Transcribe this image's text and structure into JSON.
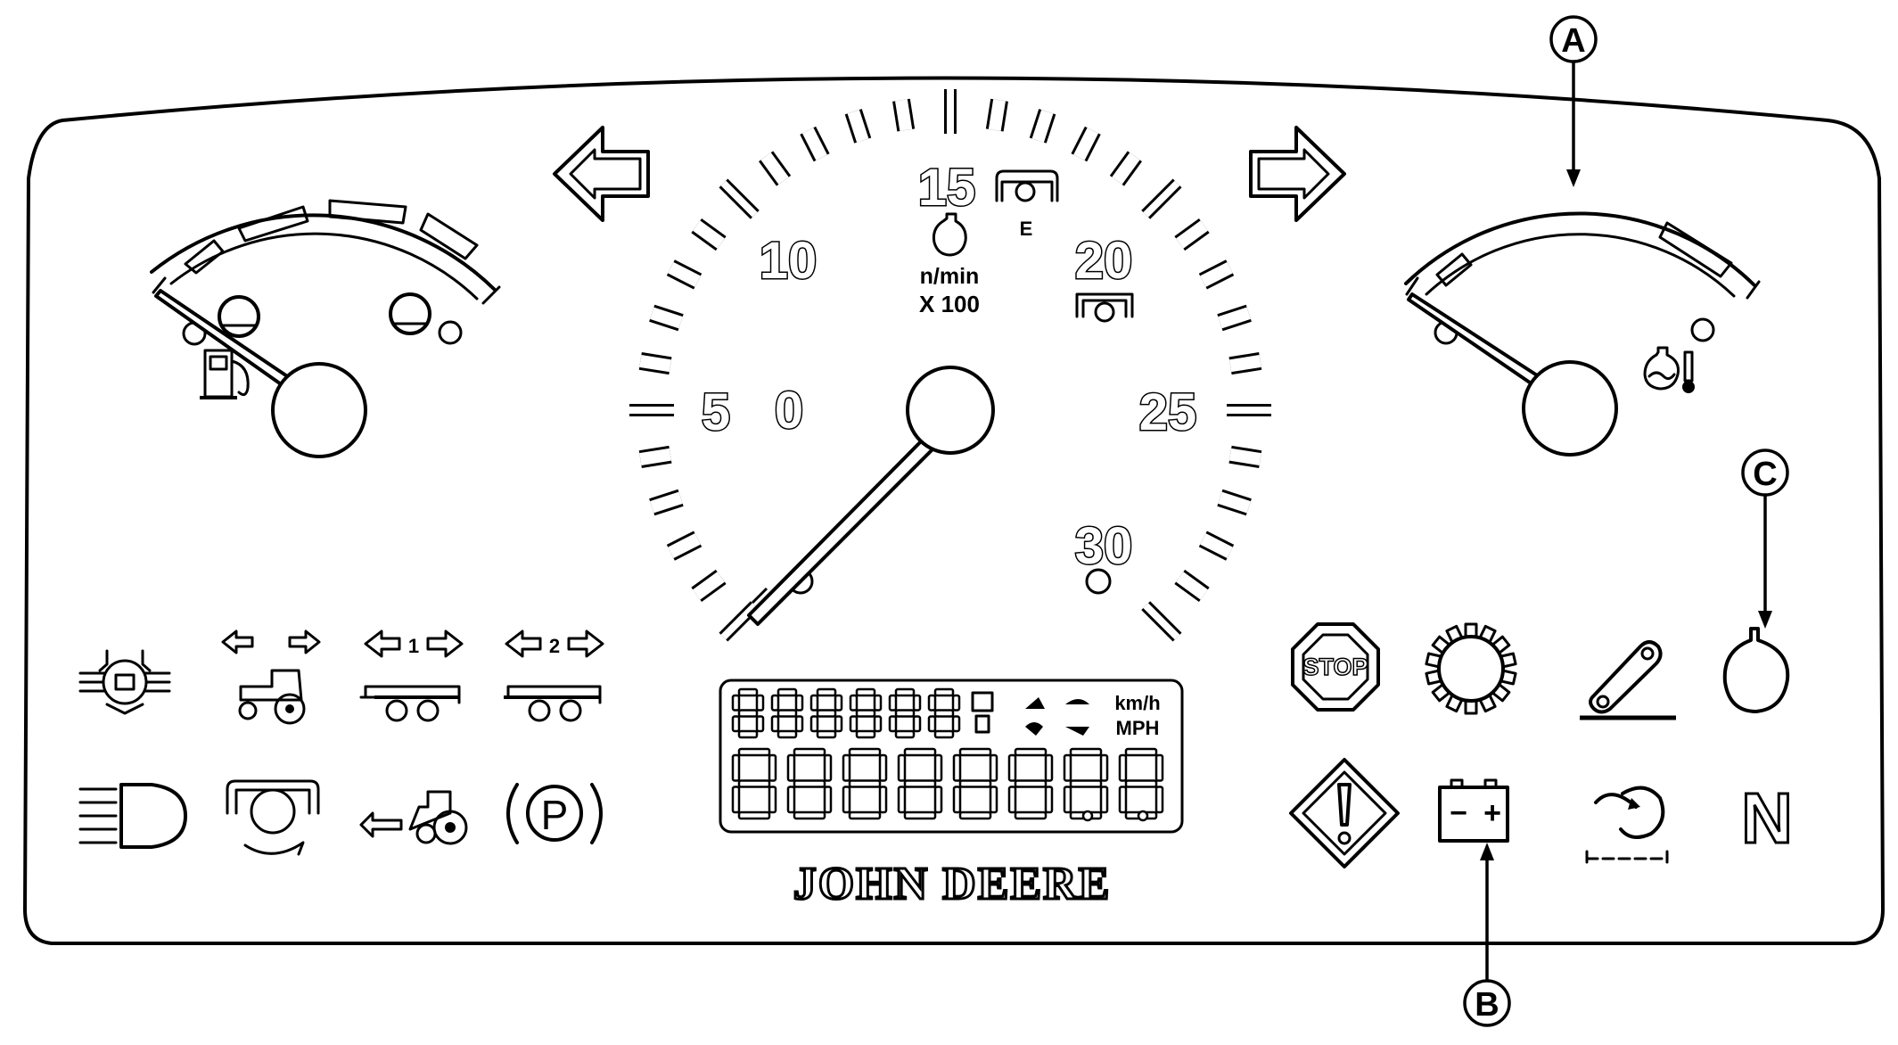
{
  "tach": {
    "ticks": [
      "0",
      "5",
      "10",
      "15",
      "20",
      "25",
      "30"
    ],
    "unit_top": "n/min",
    "unit_bottom": "X 100",
    "pto_label": "E"
  },
  "lcd": {
    "top_digits": "888888",
    "bottom_digits": "88888888",
    "speed_unit_metric": "km/h",
    "speed_unit_imperial": "MPH"
  },
  "trailer_labels": [
    "1",
    "2"
  ],
  "stop_label": "STOP",
  "neutral_label": "N",
  "battery_minus": "−",
  "battery_plus": "+",
  "brand": "JOHN DEERE",
  "callouts": [
    "A",
    "B",
    "C"
  ],
  "icons": {
    "left_row1": [
      "diff-lock-icon",
      "tractor-turn-signal-icon",
      "trailer-1-turn-signal-icon",
      "trailer-2-turn-signal-icon"
    ],
    "left_row2": [
      "headlight-icon",
      "pto-engaged-icon",
      "rear-hitch-icon",
      "park-brake-icon"
    ],
    "right_row1": [
      "stop-icon",
      "pto-gear-icon",
      "hitch-lever-icon",
      "engine-oil-icon"
    ],
    "right_row2": [
      "warning-icon",
      "battery-icon",
      "air-filter-icon",
      "neutral-icon"
    ]
  }
}
